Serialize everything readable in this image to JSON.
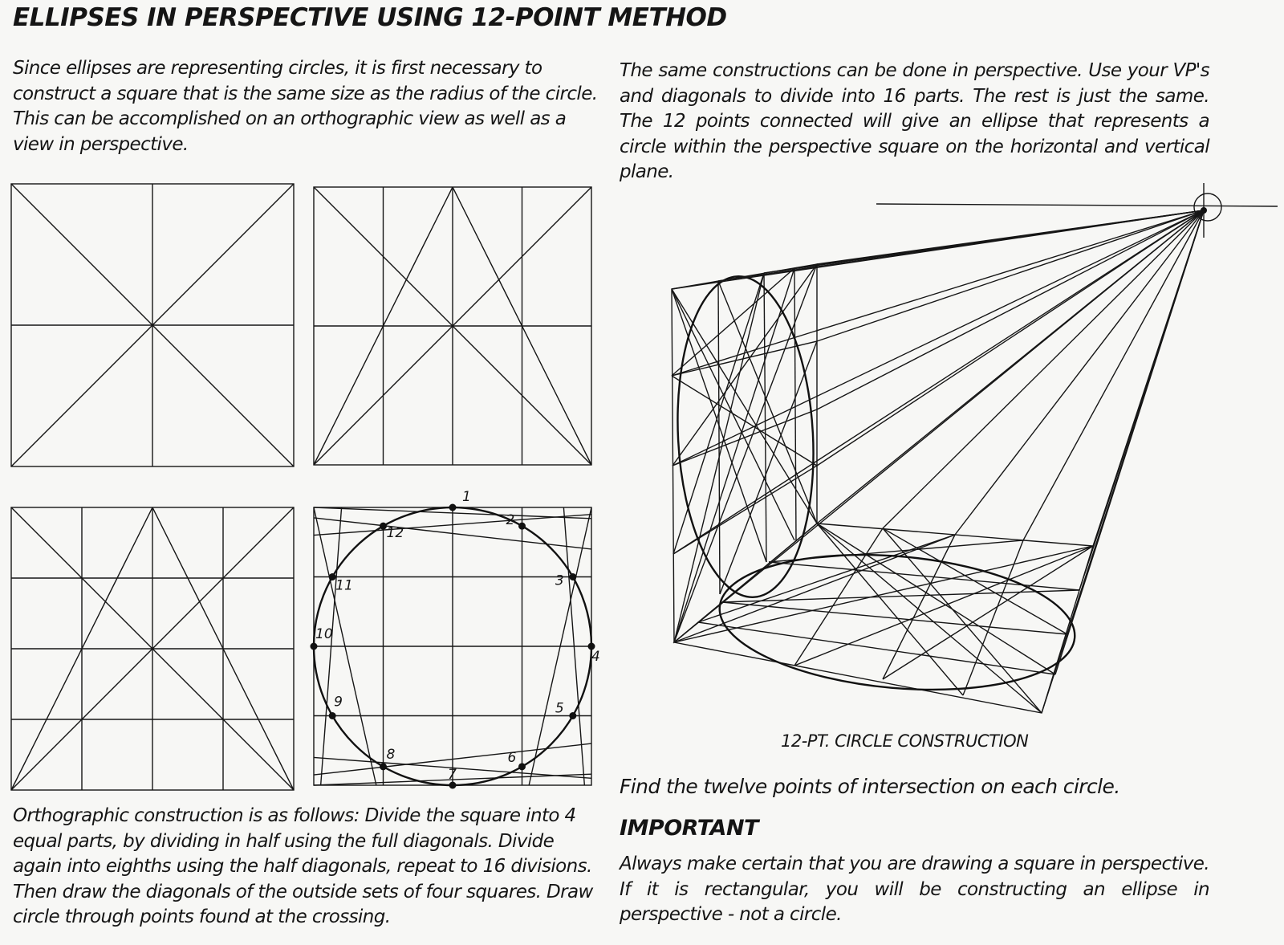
{
  "title": "ELLIPSES IN PERSPECTIVE USING 12-POINT METHOD",
  "intro_left": "Since ellipses are representing circles, it is first necessary to construct a square that is the same size as the radius of the circle. This can be accomplished on an orthographic view as well as a view in perspective.",
  "intro_right": "The same constructions can be done in perspective. Use your VP's and diagonals to divide into 16 parts. The rest is just the same. The 12 points connected will give an ellipse that represents a circle within the perspective square on the horizontal and vertical plane.",
  "point_labels": [
    "1",
    "2",
    "3",
    "4",
    "5",
    "6",
    "7",
    "8",
    "9",
    "10",
    "11",
    "12"
  ],
  "caption": "12-PT. CIRCLE CONSTRUCTION",
  "ortho_text": "Orthographic construction is as follows: Divide the square into 4 equal parts, by dividing in half using the full diagonals. Divide again into eighths using the half diagonals, repeat to 16 divisions. Then draw the diagonals of the outside sets of four squares. Draw circle through points found at the crossing.",
  "find_text": "Find the twelve points of intersection on each circle.",
  "important_heading": "IMPORTANT",
  "important_text": "Always make certain that you are drawing a square in perspective. If it is rectangular, you will be constructing an ellipse in perspective - not a circle."
}
